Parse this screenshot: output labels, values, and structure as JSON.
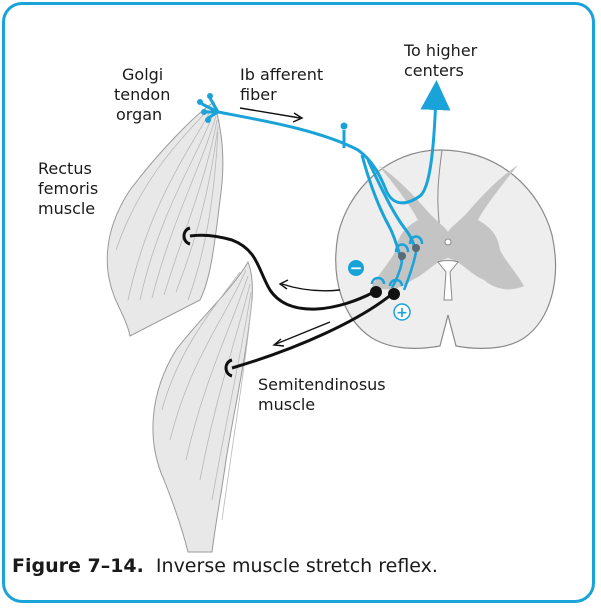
{
  "labels": {
    "golgi_tendon_organ": [
      "Golgi",
      "tendon",
      "organ"
    ],
    "ib_afferent_fiber": [
      "Ib afferent",
      "fiber"
    ],
    "to_higher_centers": [
      "To higher",
      "centers"
    ],
    "rectus_femoris_muscle": [
      "Rectus",
      "femoris",
      "muscle"
    ],
    "semitendinosus_muscle": [
      "Semitendinosus",
      "muscle"
    ]
  },
  "symbols": {
    "inhibitory": "−",
    "excitatory": "+"
  },
  "caption": {
    "figure_number": "Figure 7–14.",
    "text": "Inverse muscle stretch reflex."
  },
  "colors": {
    "frame_border": "#1aa3d9",
    "afferent_fiber": "#1aa3d9",
    "efferent_fiber": "#111111",
    "muscle_fill": "#e8e8e8",
    "spinal_white_matter": "#eeeeee",
    "spinal_gray_matter": "#c4c4c4"
  }
}
